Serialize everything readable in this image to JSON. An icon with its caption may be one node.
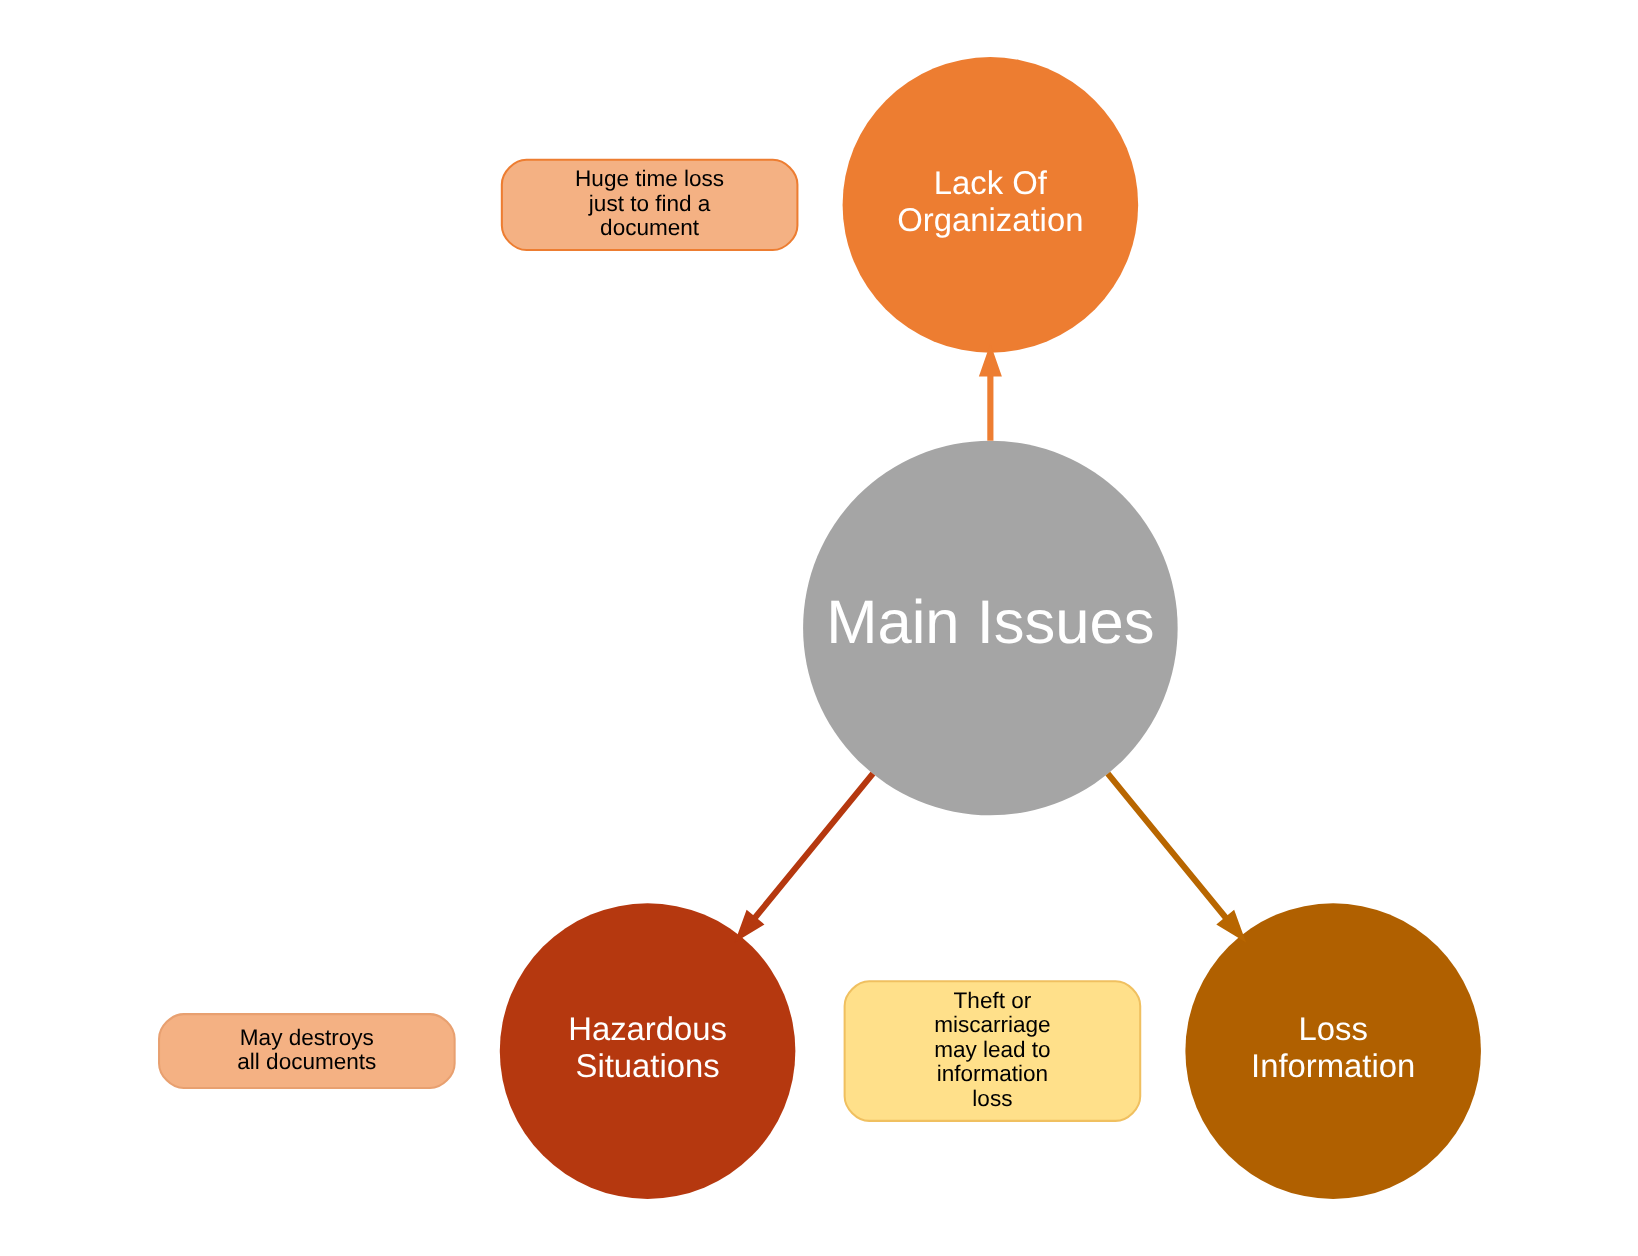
{
  "diagram": {
    "nodes": [
      {
        "text": [
          "Main Issues"
        ]
      },
      {
        "text": [
          "Lack Of Organization"
        ]
      },
      {
        "text": [
          "Huge time loss just to find a document"
        ]
      },
      {
        "text": [
          "Hazardous Situations"
        ]
      },
      {
        "text": [
          "May destroys all documents"
        ]
      },
      {
        "text": [
          "Loss Information"
        ]
      },
      {
        "text": [
          "Theft or miscarriage may lead to information loss"
        ]
      }
    ],
    "edges": [
      {
        "from": 0,
        "to": 1,
        "arrow": "to",
        "color": "#ed7d31"
      },
      {
        "from": 0,
        "to": 3,
        "arrow": "to",
        "color": "#b5380f"
      },
      {
        "from": 0,
        "to": 5,
        "arrow": "to",
        "color": "#b86600"
      }
    ]
  }
}
